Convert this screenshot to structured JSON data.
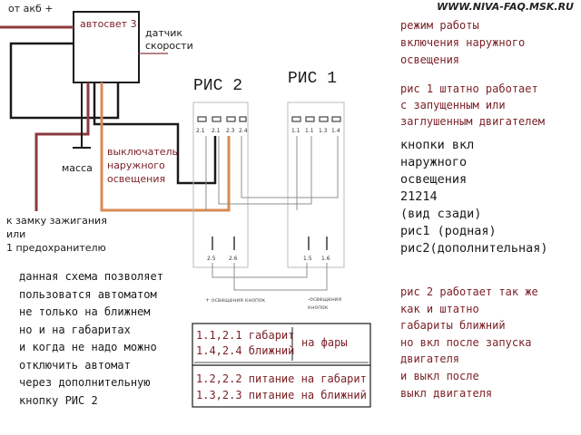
{
  "site": "WWW.NIVA-FAQ.MSK.RU",
  "labels": {
    "battery": "от акб +",
    "relay": "автосвет 3",
    "sensor": "датчик\nскорости",
    "ground": "масса",
    "ignition": "к замку зажигания\nили\n1 предохранителю",
    "switch": "выключатель\nнаружного\nосвещения",
    "fig2": "РИС 2",
    "fig1": "РИС 1",
    "plus_lights": "+ освещения кнопок",
    "minus_lights": "-освещения\nкнопок"
  },
  "pins": {
    "fig2_top": [
      "2.1",
      "2.1",
      "2.3",
      "2.4"
    ],
    "fig1_top": [
      "1.1",
      "1.1",
      "1.3",
      "1.4"
    ],
    "fig2_bottom": [
      "2.5",
      "2.6"
    ],
    "fig1_bottom": [
      "1.5",
      "1.6"
    ]
  },
  "right_text": {
    "mode": "режим работы\nвключения наружного\nосвещения",
    "fig1_mode": "рис 1 штатно работает\nс запущенным или\nзаглушенным двигателем",
    "buttons": "кнопки вкл\nнаружного\nосвещения\n21214\n(вид сзади)\nрис1 (родная)\nрис2(дополнительная)",
    "fig2_mode": "рис 2 работает так же\nкак и штатно\nгабариты ближний\nно вкл после запуска\nдвигателя\nи выкл после\nвыкл двигателя"
  },
  "left_note": "данная схема позволяет\nпользоватся автоматом\nне только на ближнем\nно и на габаритах\nи когда не надо можно\nотключить автомат\nчерез дополнительную\nкнопку РИС 2",
  "table": {
    "row1": "1.1,2.1 габарит\n1.4,2.4 ближний",
    "row1_side": "на фары",
    "row2": "1.2,2.2 питание на габарит\n1.3,2.3 питание на ближний"
  },
  "colors": {
    "accent": "#7a1f24",
    "wire_dark": "#1a1a1a",
    "wire_red": "#8b3a3f",
    "wire_orange": "#d88a52"
  }
}
